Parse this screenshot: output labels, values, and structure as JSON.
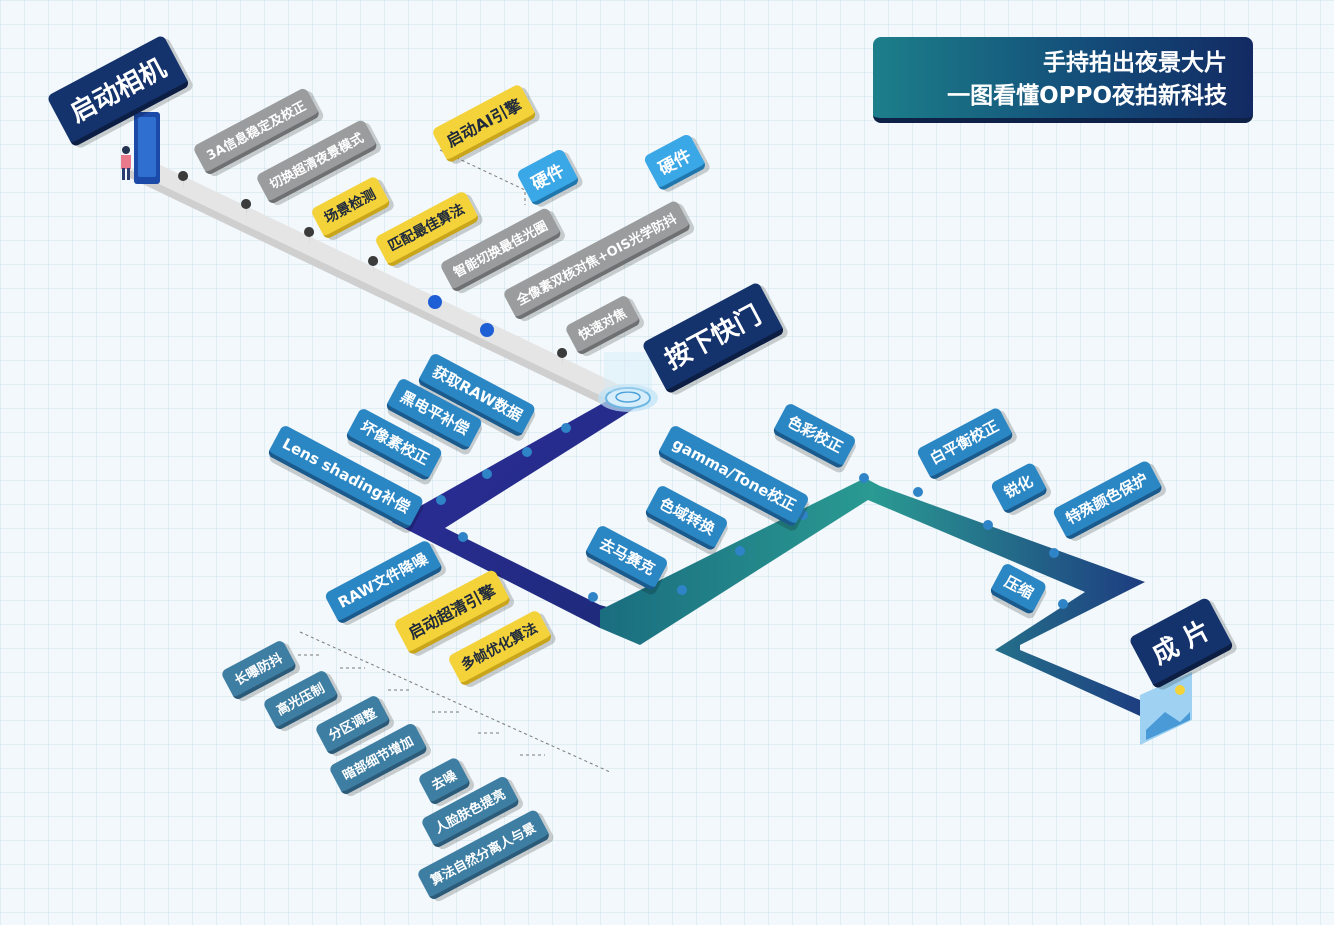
{
  "title": {
    "line1": "手持拍出夜景大片",
    "line2": "一图看懂OPPO夜拍新科技"
  },
  "stages": {
    "start": "启动相机",
    "shutter": "按下快门",
    "result": "成 片"
  },
  "camera_start_steps": {
    "gray": [
      "3A信息稳定及校正",
      "切换超清夜景模式",
      "智能切换最佳光圈",
      "全像素双核对焦+OIS光学防抖",
      "快速对焦"
    ],
    "yellow": [
      "场景检测",
      "匹配最佳算法"
    ],
    "ai_engine": "启动AI引擎",
    "hardware": [
      "硬件",
      "硬件"
    ]
  },
  "raw_steps": [
    "获取RAW数据",
    "黑电平补偿",
    "坏像素校正",
    "Lens shading补偿",
    "RAW文件降噪"
  ],
  "hdr": {
    "engine": "启动超清引擎",
    "algorithm": "多帧优化算法",
    "items": [
      "长曝防抖",
      "高光压制",
      "分区调整",
      "暗部细节增加",
      "去噪",
      "人脸肤色提亮",
      "算法自然分离人与景"
    ]
  },
  "isp_steps": [
    "去马赛克",
    "色域转换",
    "gamma/Tone校正",
    "色彩校正",
    "白平衡校正",
    "锐化",
    "特殊颜色保护",
    "压缩"
  ],
  "colors": {
    "path_gray": "#e6e6e6",
    "path_navy": "#2a2a96",
    "path_teal": "#1e7e86",
    "accent_yellow": "#f4d33a",
    "accent_blue": "#2b86c4"
  }
}
